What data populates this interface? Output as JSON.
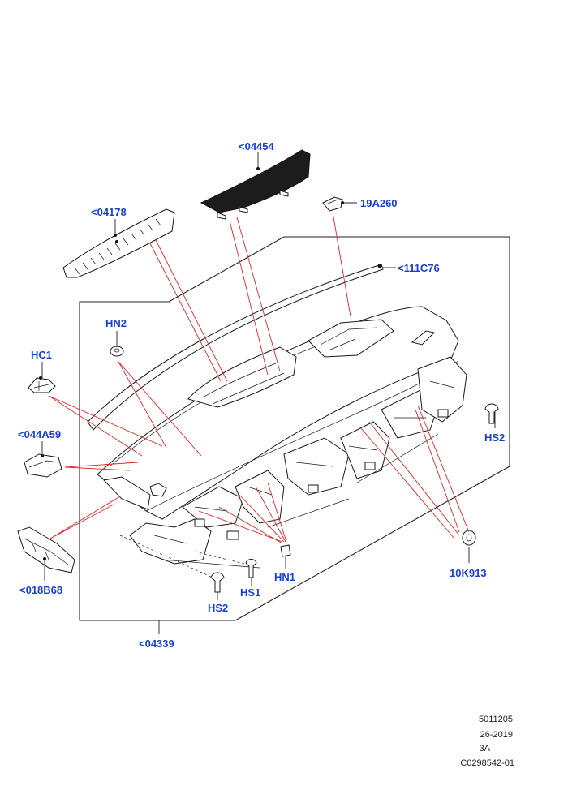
{
  "callouts": {
    "c04454": "<04454",
    "c19A260": "19A260",
    "c04178": "<04178",
    "c111C76": "<111C76",
    "cHN2": "HN2",
    "cHC1": "HC1",
    "c044A59": "<044A59",
    "cHS2_right": "HS2",
    "c10K913": "10K913",
    "cHN1": "HN1",
    "cHS1": "HS1",
    "cHS2_bottom": "HS2",
    "c018B68": "<018B68",
    "c04339": "<04339"
  },
  "footer": {
    "line1": "5011205",
    "line2": "26-2019",
    "line3": "3A",
    "line4": "C0298542-01"
  },
  "colors": {
    "callout_text": "#1a3fd6",
    "leader_red": "#e0262b",
    "line_dark": "#222222"
  }
}
